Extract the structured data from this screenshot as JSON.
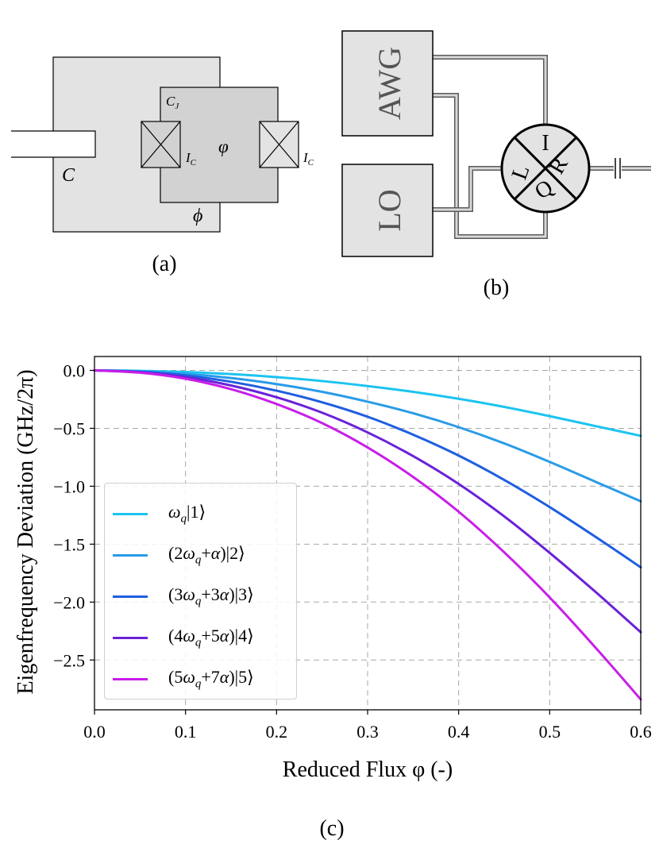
{
  "panel_a": {
    "caption": "(a)",
    "labels": {
      "capacitance": "C",
      "junction_capacitance": "C",
      "junction_capacitance_sub": "J",
      "critical_current_left": "I",
      "critical_current_left_sub": "C",
      "critical_current_right": "I",
      "critical_current_right_sub": "C",
      "reduced_flux": "φ",
      "external_flux": "ϕ"
    },
    "colors": {
      "outer_box": "#e3e3e3",
      "inner_box": "#d2d2d2",
      "stroke": "#000000"
    }
  },
  "panel_b": {
    "caption": "(b)",
    "awg_label": "AWG",
    "lo_label": "LO",
    "mixer_ports": {
      "top": "I",
      "right": "R",
      "bottom": "Q",
      "left": "L"
    },
    "colors": {
      "box": "#e3e3e3",
      "wire": "#9a9a9a",
      "mixer_fill": "#e3e3e3"
    }
  },
  "panel_c": {
    "caption": "(c)",
    "chart_data": {
      "type": "line",
      "xlabel": "Reduced Flux φ (-)",
      "ylabel": "Eigenfrequency Deviation (GHz/2π)",
      "xlim": [
        0.0,
        0.6
      ],
      "ylim": [
        -2.93,
        0.12
      ],
      "xticks": [
        "0.0",
        "0.1",
        "0.2",
        "0.3",
        "0.4",
        "0.5",
        "0.6"
      ],
      "yticks": [
        "0.0",
        "−0.5",
        "−1.0",
        "−1.5",
        "−2.0",
        "−2.5"
      ],
      "grid": true,
      "legend_position": "lower-left",
      "x": [
        0.0,
        0.05,
        0.1,
        0.15,
        0.2,
        0.25,
        0.3,
        0.35,
        0.4,
        0.45,
        0.5,
        0.55,
        0.6
      ],
      "series": [
        {
          "name": "ωq|1⟩",
          "label_html": "<i>ω</i><sub><i>q</i></sub>|1⟩",
          "color": "#1cc4f0",
          "values": [
            0.0,
            -0.004,
            -0.014,
            -0.032,
            -0.058,
            -0.092,
            -0.135,
            -0.185,
            -0.245,
            -0.315,
            -0.395,
            -0.48,
            -0.565
          ]
        },
        {
          "name": "(2ωq+α)|2⟩",
          "label_html": "(2<i>ω</i><sub><i>q</i></sub>+<i>α</i>)|2⟩",
          "color": "#2a9be8",
          "values": [
            0.0,
            -0.008,
            -0.03,
            -0.066,
            -0.118,
            -0.185,
            -0.27,
            -0.37,
            -0.49,
            -0.63,
            -0.79,
            -0.96,
            -1.13
          ]
        },
        {
          "name": "(3ωq+3α)|3⟩",
          "label_html": "(3<i>ω</i><sub><i>q</i></sub>+3<i>α</i>)|3⟩",
          "color": "#1f5ee0",
          "values": [
            0.0,
            -0.012,
            -0.044,
            -0.098,
            -0.175,
            -0.275,
            -0.4,
            -0.555,
            -0.735,
            -0.945,
            -1.18,
            -1.435,
            -1.7
          ]
        },
        {
          "name": "(4ωq+5α)|4⟩",
          "label_html": "(4<i>ω</i><sub><i>q</i></sub>+5<i>α</i>)|4⟩",
          "color": "#6a22d8",
          "values": [
            0.0,
            -0.016,
            -0.058,
            -0.13,
            -0.232,
            -0.365,
            -0.535,
            -0.74,
            -0.98,
            -1.26,
            -1.575,
            -1.91,
            -2.26
          ]
        },
        {
          "name": "(5ωq+7α)|5⟩",
          "label_html": "(5<i>ω</i><sub><i>q</i></sub>+7<i>α</i>)|5⟩",
          "color": "#c81ee8",
          "values": [
            0.0,
            -0.02,
            -0.072,
            -0.162,
            -0.29,
            -0.455,
            -0.665,
            -0.92,
            -1.22,
            -1.57,
            -1.96,
            -2.39,
            -2.84
          ]
        }
      ]
    }
  }
}
